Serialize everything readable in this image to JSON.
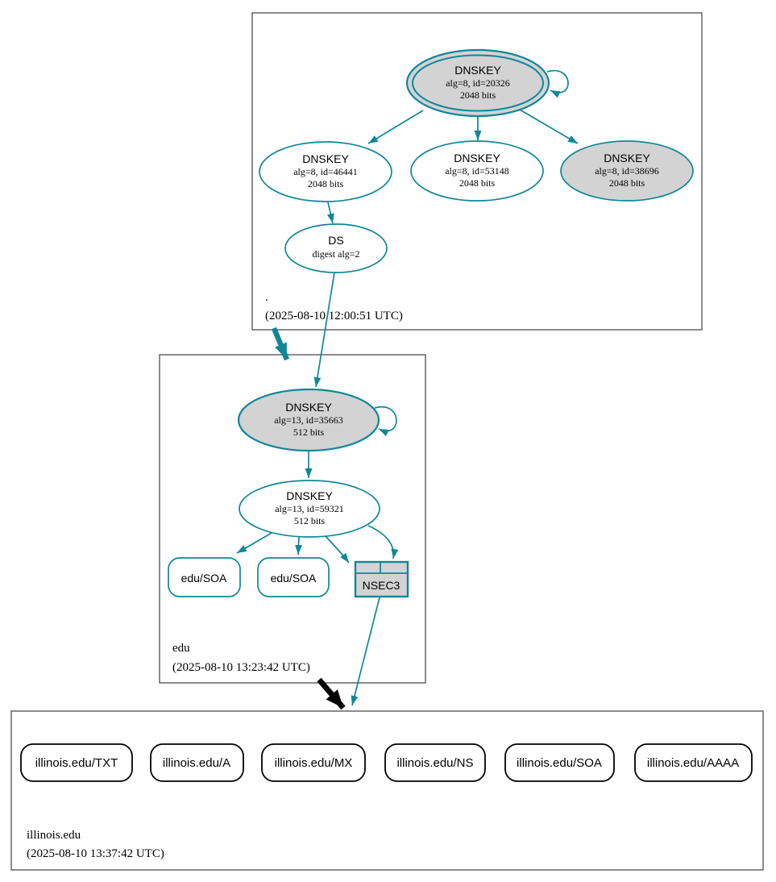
{
  "colors": {
    "teal": "#0f8799",
    "node_gray_fill": "#d3d3d3",
    "zone_box_border": "#4d4d4d",
    "black": "#000000"
  },
  "zones": {
    "root": {
      "name": ".",
      "timestamp": "(2025-08-10 12:00:51 UTC)",
      "ksk": {
        "title": "DNSKEY",
        "line1": "alg=8, id=20326",
        "line2": "2048 bits"
      },
      "zsk1": {
        "title": "DNSKEY",
        "line1": "alg=8, id=46441",
        "line2": "2048 bits"
      },
      "zsk2": {
        "title": "DNSKEY",
        "line1": "alg=8, id=53148",
        "line2": "2048 bits"
      },
      "zsk3": {
        "title": "DNSKEY",
        "line1": "alg=8, id=38696",
        "line2": "2048 bits"
      },
      "ds": {
        "title": "DS",
        "line1": "digest alg=2"
      }
    },
    "edu": {
      "name": "edu",
      "timestamp": "(2025-08-10 13:23:42 UTC)",
      "ksk": {
        "title": "DNSKEY",
        "line1": "alg=13, id=35663",
        "line2": "512 bits"
      },
      "zsk": {
        "title": "DNSKEY",
        "line1": "alg=13, id=59321",
        "line2": "512 bits"
      },
      "soa1": {
        "label": "edu/SOA"
      },
      "soa2": {
        "label": "edu/SOA"
      },
      "nsec3": {
        "label": "NSEC3"
      }
    },
    "illinois": {
      "name": "illinois.edu",
      "timestamp": "(2025-08-10 13:37:42 UTC)",
      "rrsets": [
        "illinois.edu/TXT",
        "illinois.edu/A",
        "illinois.edu/MX",
        "illinois.edu/NS",
        "illinois.edu/SOA",
        "illinois.edu/AAAA"
      ]
    }
  }
}
